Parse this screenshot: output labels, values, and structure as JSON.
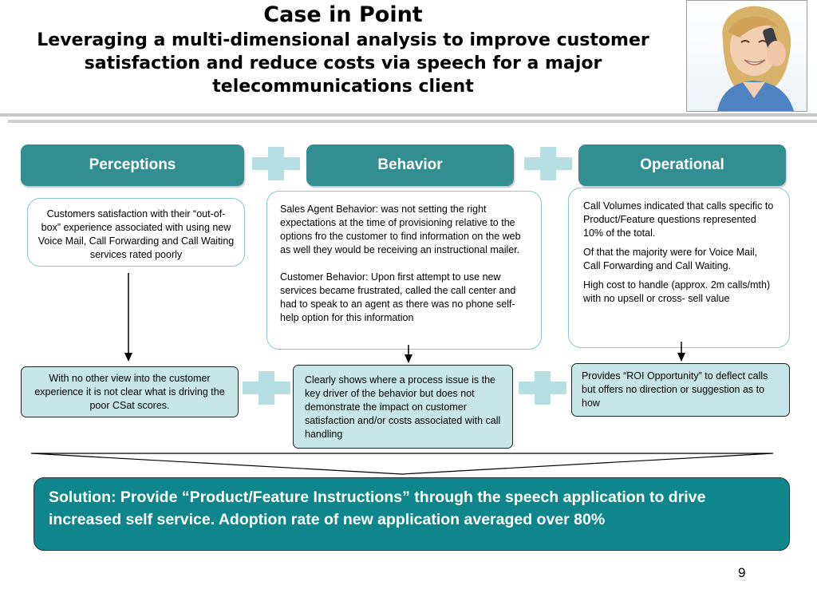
{
  "title": "Case in Point",
  "subtitle": "Leveraging a multi-dimensional analysis to improve customer satisfaction and reduce costs via speech for a major telecommunications client",
  "columns": {
    "perceptions": {
      "header": "Perceptions",
      "detail": "Customers satisfaction with their “out-of-box” experience associated with using new Voice Mail, Call Forwarding and Call Waiting services rated poorly",
      "finding": "With no other view into the customer experience it is not clear what is driving the poor CSat scores."
    },
    "behavior": {
      "header": "Behavior",
      "detail_1": "Sales Agent Behavior: was not setting the right expectations at the time of provisioning relative to the options fro the customer to find information on the web as well they would be receiving an instructional mailer.",
      "detail_2": "Customer Behavior: Upon first attempt to use new services became frustrated, called the call center and had to speak to an agent as there was no phone self-help option for this information",
      "finding": "Clearly shows where a process issue is the key driver of the behavior but does not demonstrate the impact on customer satisfaction and/or costs associated with call handling"
    },
    "operational": {
      "header": "Operational",
      "detail_1": "Call Volumes indicated that calls specific to Product/Feature questions represented 10% of the total.",
      "detail_2": "Of that the majority were for Voice Mail, Call Forwarding and Call Waiting.",
      "detail_3": "High cost to handle (approx. 2m calls/mth) with no upsell or cross- sell value",
      "finding": "Provides “ROI Opportunity” to deflect calls but offers no direction or suggestion as to how"
    }
  },
  "solution": "Solution: Provide “Product/Feature  Instructions” through the speech application to drive increased self service.  Adoption rate of new application averaged over  80%",
  "page_number": "9",
  "colors": {
    "header_teal": "#338e92",
    "solution_teal": "#0f868c",
    "finding_fill": "#c6e6ea",
    "plus_fill": "#b5dfe3"
  }
}
